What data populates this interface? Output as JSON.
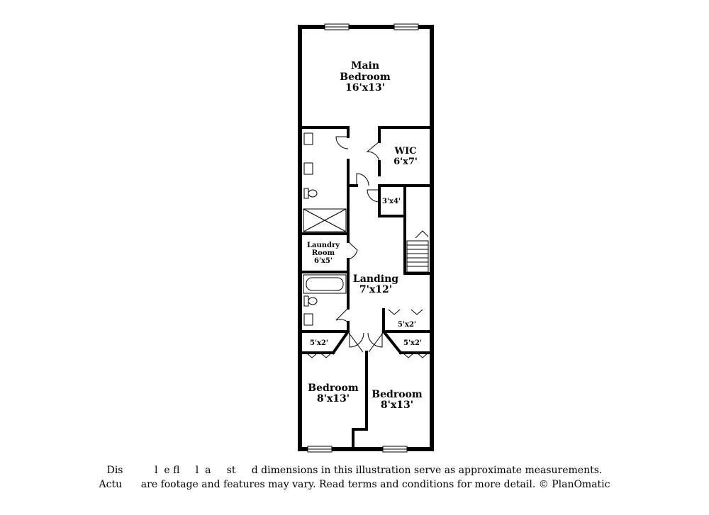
{
  "rooms": {
    "main_bedroom": {
      "name_line1": "Main",
      "name_line2": "Bedroom",
      "dims": "16'x13'"
    },
    "wic": {
      "name": "WIC",
      "dims": "6'x7'"
    },
    "closet_3x4": {
      "dims": "3'x4'"
    },
    "laundry": {
      "name_line1": "Laundry",
      "name_line2": "Room",
      "dims": "6'x5'"
    },
    "landing": {
      "name": "Landing",
      "dims": "7'x12'"
    },
    "closet_right_upper": {
      "dims": "5'x2'"
    },
    "closet_left": {
      "dims": "5'x2'"
    },
    "closet_right_lower": {
      "dims": "5'x2'"
    },
    "bedroom_left": {
      "name": "Bedroom",
      "dims": "8'x13'"
    },
    "bedroom_right": {
      "name": "Bedroom",
      "dims": "8'x13'"
    }
  },
  "disclaimer": {
    "line1": "Dis          l  e fl     l  a     st     d dimensions in this illustration serve as approximate measurements.",
    "line2": "Actu      are footage and features may vary. Read terms and conditions for more detail. © PlanOmatic"
  }
}
